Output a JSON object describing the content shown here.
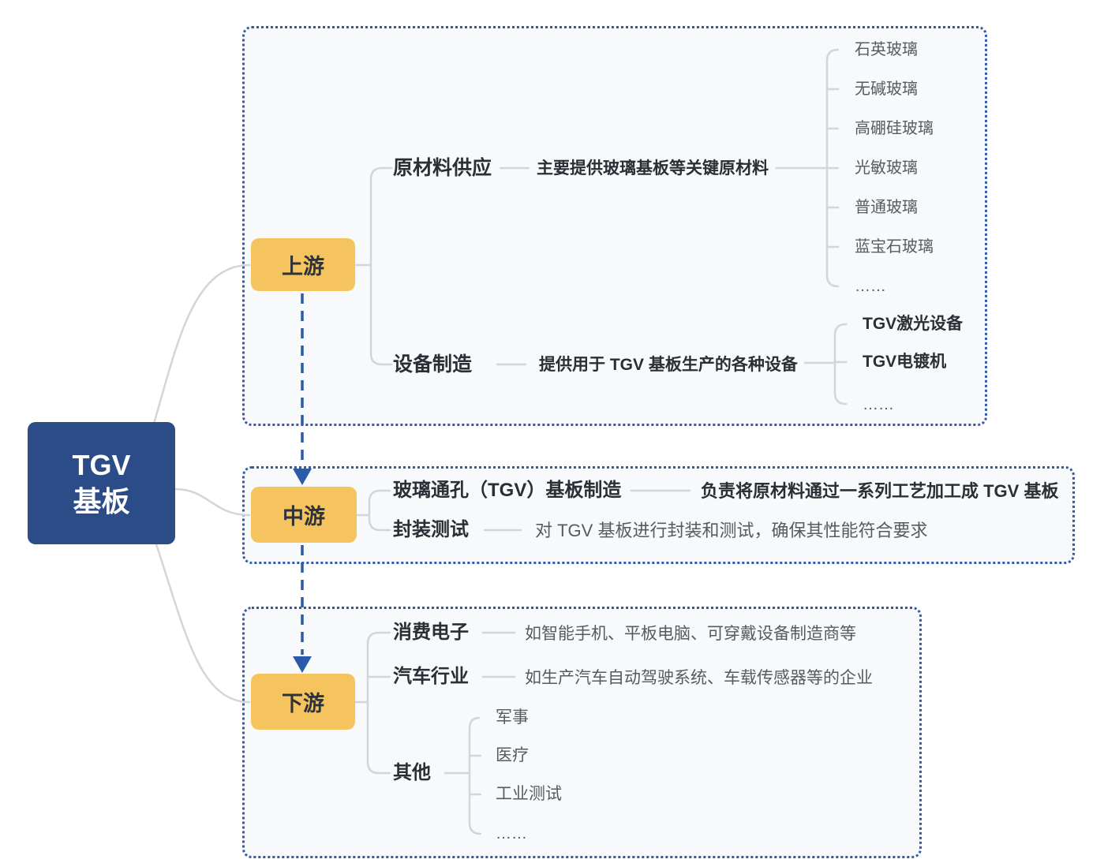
{
  "diagram": {
    "root": {
      "lines": [
        "TGV",
        "基板"
      ]
    },
    "upstream": {
      "label": "上游",
      "raw_material": {
        "label": "原材料供应",
        "desc": "主要提供玻璃基板等关键原材料",
        "items": [
          "石英玻璃",
          "无碱玻璃",
          "高硼硅玻璃",
          "光敏玻璃",
          "普通玻璃",
          "蓝宝石玻璃",
          "……"
        ]
      },
      "equipment": {
        "label": "设备制造",
        "desc": "提供用于 TGV 基板生产的各种设备",
        "items": [
          "TGV激光设备",
          "TGV电镀机",
          "……"
        ]
      }
    },
    "midstream": {
      "label": "中游",
      "manufacturing": {
        "label": "玻璃通孔（TGV）基板制造",
        "desc": "负责将原材料通过一系列工艺加工成 TGV 基板"
      },
      "packaging": {
        "label": "封装测试",
        "desc": "对 TGV 基板进行封装和测试，确保其性能符合要求"
      }
    },
    "downstream": {
      "label": "下游",
      "consumer_electronics": {
        "label": "消费电子",
        "desc": "如智能手机、平板电脑、可穿戴设备制造商等"
      },
      "automotive": {
        "label": "汽车行业",
        "desc": "如生产汽车自动驾驶系统、车载传感器等的企业"
      },
      "other": {
        "label": "其他",
        "items": [
          "军事",
          "医疗",
          "工业测试",
          "……"
        ]
      }
    },
    "colors": {
      "root_bg": "#2b4c87",
      "branch_bg": "#f6c45f",
      "container_border": "#3558a8",
      "container_bg": "#f7f9fb",
      "arrow": "#2b5aa8",
      "connector": "#d3d5d9",
      "text_dark": "#2b2f35",
      "text_gray": "#565b62"
    }
  }
}
